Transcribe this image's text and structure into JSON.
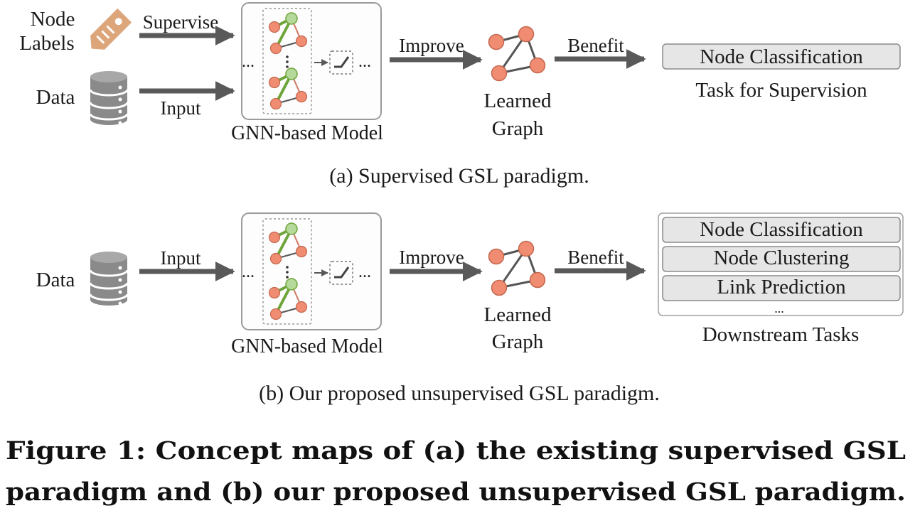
{
  "panel_a": {
    "node_labels_line1": "Node",
    "node_labels_line2": "Labels",
    "data_label": "Data",
    "supervise_label": "Supervise",
    "input_label": "Input",
    "model_label": "GNN-based Model",
    "ellipsis": "...",
    "improve_label": "Improve",
    "learned_graph_line1": "Learned",
    "learned_graph_line2": "Graph",
    "benefit_label": "Benefit",
    "task": "Node Classification",
    "task_caption": "Task for Supervision",
    "caption": "(a)  Supervised GSL paradigm."
  },
  "panel_b": {
    "data_label": "Data",
    "input_label": "Input",
    "model_label": "GNN-based Model",
    "ellipsis": "...",
    "improve_label": "Improve",
    "learned_graph_line1": "Learned",
    "learned_graph_line2": "Graph",
    "benefit_label": "Benefit",
    "tasks": [
      "Node Classification",
      "Node Clustering",
      "Link Prediction"
    ],
    "tasks_more": "...",
    "tasks_caption": "Downstream Tasks",
    "caption": "(b)  Our proposed unsupervised GSL paradigm."
  },
  "figure_caption": {
    "line1": "Figure 1: Concept maps of (a) the existing supervised GSL",
    "line2": "paradigm and (b) our proposed unsupervised GSL paradigm."
  },
  "colors": {
    "arrow": "#595959",
    "node_orange": "#ef8c72",
    "node_green": "#b5d99a",
    "edge_green": "#6ea53a",
    "tag": "#dda57a",
    "database": "#8a8a8a",
    "task_box": "#e6e6e6"
  }
}
